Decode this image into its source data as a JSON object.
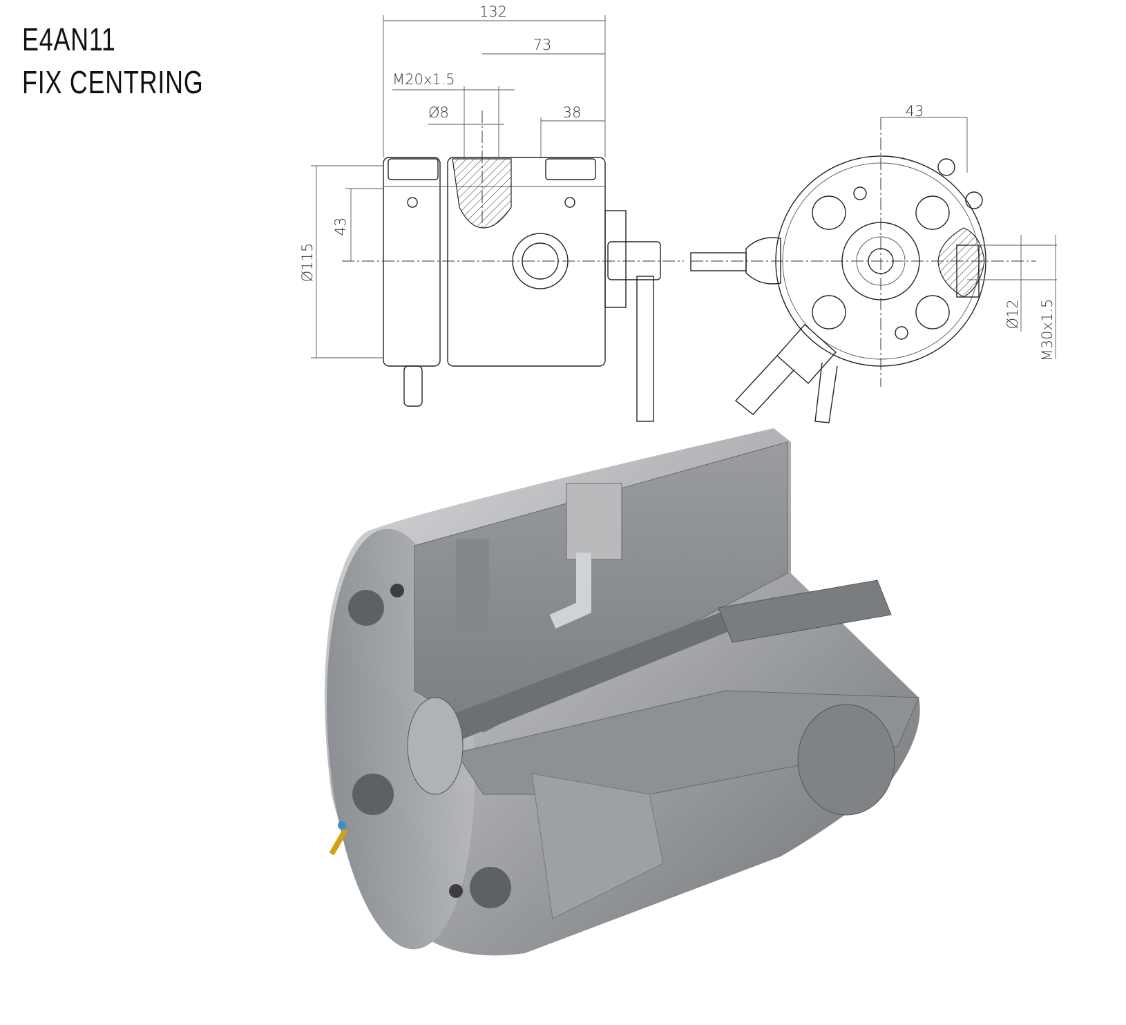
{
  "header": {
    "model": "E4AN11",
    "subtitle": "FIX CENTRING"
  },
  "dimensions": {
    "overall_length": "132",
    "port_offset": "73",
    "thread_port": "M20x1.5",
    "port_diameter": "Ø8",
    "rear_offset": "38",
    "center_height": "43",
    "body_diameter": "Ø115",
    "end_offset": "43",
    "bore_diameter": "Ø12",
    "thread_end": "M30x1.5"
  }
}
